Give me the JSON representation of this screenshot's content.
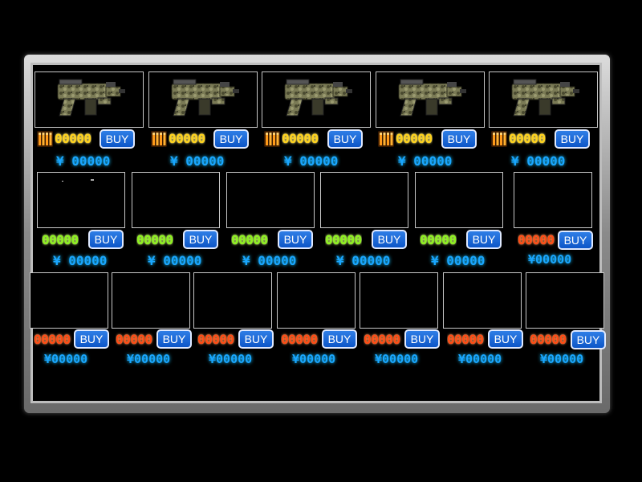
{
  "shop": {
    "row1": [
      {
        "ammo_price": "00000",
        "buy": "BUY",
        "cost": "¥ 00000"
      },
      {
        "ammo_price": "00000",
        "buy": "BUY",
        "cost": "¥ 00000"
      },
      {
        "ammo_price": "00000",
        "buy": "BUY",
        "cost": "¥ 00000"
      },
      {
        "ammo_price": "00000",
        "buy": "BUY",
        "cost": "¥ 00000"
      },
      {
        "ammo_price": "00000",
        "buy": "BUY",
        "cost": "¥ 00000"
      }
    ],
    "row2": [
      {
        "price": "00000",
        "buy": "BUY",
        "cost": "¥ 00000"
      },
      {
        "price": "00000",
        "buy": "BUY",
        "cost": "¥ 00000"
      },
      {
        "price": "00000",
        "buy": "BUY",
        "cost": "¥ 00000"
      },
      {
        "price": "00000",
        "buy": "BUY",
        "cost": "¥ 00000"
      },
      {
        "price": "00000",
        "buy": "BUY",
        "cost": "¥ 00000"
      },
      {
        "price": "00000",
        "buy": "BUY",
        "cost": "¥00000"
      }
    ],
    "row3": [
      {
        "price": "00000",
        "buy": "BUY",
        "cost": "¥00000"
      },
      {
        "price": "00000",
        "buy": "BUY",
        "cost": "¥00000"
      },
      {
        "price": "00000",
        "buy": "BUY",
        "cost": "¥00000"
      },
      {
        "price": "00000",
        "buy": "BUY",
        "cost": "¥00000"
      },
      {
        "price": "00000",
        "buy": "BUY",
        "cost": "¥00000"
      },
      {
        "price": "00000",
        "buy": "BUY",
        "cost": "¥00000"
      },
      {
        "price": "00000",
        "buy": "BUY",
        "cost": "¥00000"
      }
    ]
  },
  "colors": {
    "yellow_price": "#ffd21a",
    "green_price": "#8cf21c",
    "red_price": "#ff4a12",
    "yen": "#1aa6ff",
    "buy_button": "#1a66d8"
  },
  "icons": {
    "weapon": "gun-icon",
    "ammo": "bullets-icon"
  }
}
